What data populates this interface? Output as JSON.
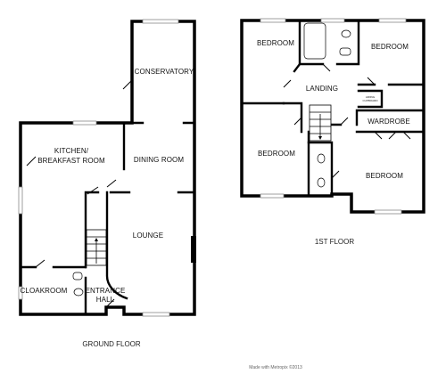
{
  "ground_floor": {
    "label": "GROUND FLOOR",
    "rooms": {
      "conservatory": "CONSERVATORY",
      "kitchen": [
        "KITCHEN/",
        "BREAKFAST ROOM"
      ],
      "dining": "DINING ROOM",
      "lounge": "LOUNGE",
      "cloakroom": "CLOAKROOM",
      "entrance_hall": [
        "ENTRANCE",
        "HALL"
      ]
    }
  },
  "first_floor": {
    "label": "1ST FLOOR",
    "rooms": {
      "bedroom_nw": "BEDROOM",
      "bedroom_ne": "BEDROOM",
      "bedroom_sw": "BEDROOM",
      "bedroom_se": "BEDROOM",
      "landing": "LANDING",
      "wardrobe": "WARDROBE",
      "airing_cupboard": [
        "AIRING",
        "CUPBOARD"
      ]
    }
  },
  "credit": "Made with Metropix ©2013"
}
